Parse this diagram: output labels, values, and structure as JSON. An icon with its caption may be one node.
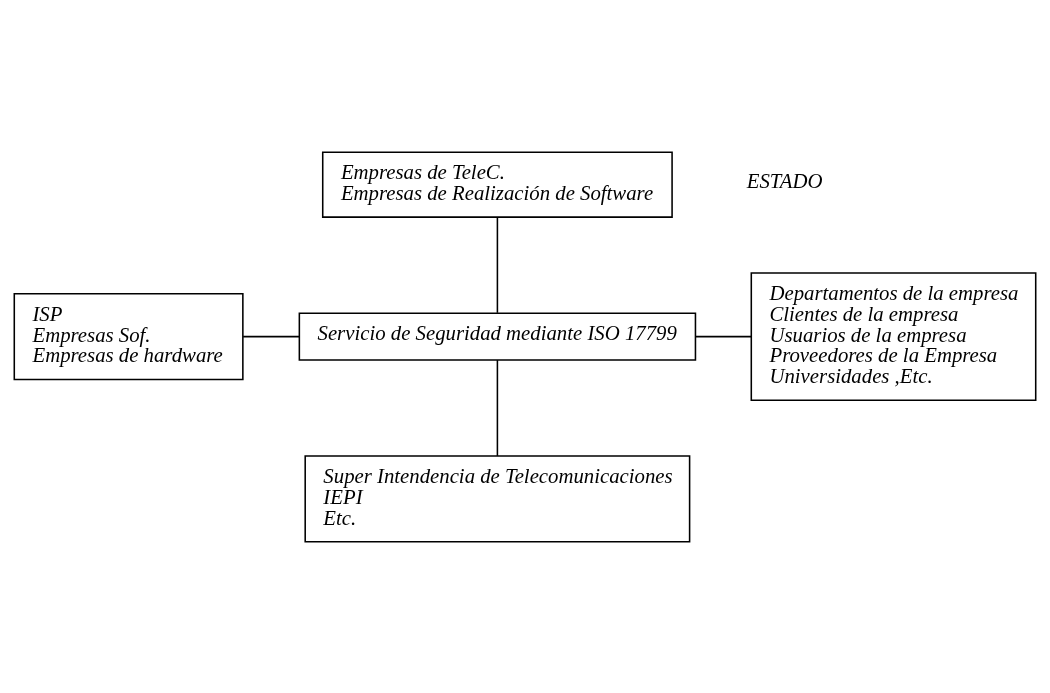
{
  "diagram": {
    "nodes": [
      {
        "text": [
          "Empresas de TeleC.",
          "Empresas de Realización de Software"
        ]
      },
      {
        "text": [
          "ISP",
          "Empresas Sof.",
          "Empresas de hardware"
        ]
      },
      {
        "text": [
          "Servicio de Seguridad mediante ISO 17799"
        ]
      },
      {
        "text": [
          "Departamentos de la empresa",
          "Clientes de la empresa",
          "Usuarios de la empresa",
          "Proveedores de la Empresa",
          "Universidades ,Etc."
        ]
      },
      {
        "text": [
          "Super Intendencia de Telecomunicaciones",
          "IEPI",
          "Etc."
        ]
      }
    ],
    "edges": [
      {
        "from": 0,
        "to": 2,
        "arrow": "none"
      },
      {
        "from": 1,
        "to": 2,
        "arrow": "none"
      },
      {
        "from": 2,
        "to": 3,
        "arrow": "none"
      },
      {
        "from": 2,
        "to": 4,
        "arrow": "none"
      }
    ],
    "labels": [
      "ESTADO"
    ]
  }
}
